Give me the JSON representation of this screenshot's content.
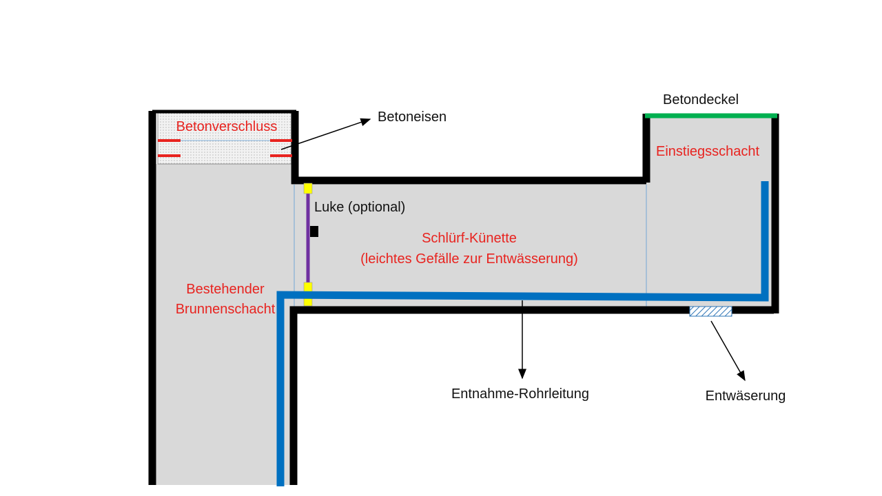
{
  "labels": {
    "betonverschluss": "Betonverschluss",
    "betoneisen": "Betoneisen",
    "betondeckel": "Betondeckel",
    "einstiegsschacht": "Einstiegsschacht",
    "luke": "Luke (optional)",
    "kuenette_line1": "Schlürf-Künette",
    "kuenette_line2": "(leichtes Gefälle zur Entwässerung)",
    "brunnen_line1": "Bestehender",
    "brunnen_line2": "Brunnenschacht",
    "entnahme": "Entnahme-Rohrleitung",
    "entwaeserung": "Entwäserung"
  },
  "colors": {
    "wall": "#000000",
    "fill": "#d9d9d9",
    "pipe": "#0070c0",
    "lid": "#00b050",
    "hatch": "#e8231f",
    "rod": "#7030a0",
    "marker": "#ffff00",
    "label_red": "#e8231f",
    "label_black": "#111111"
  }
}
